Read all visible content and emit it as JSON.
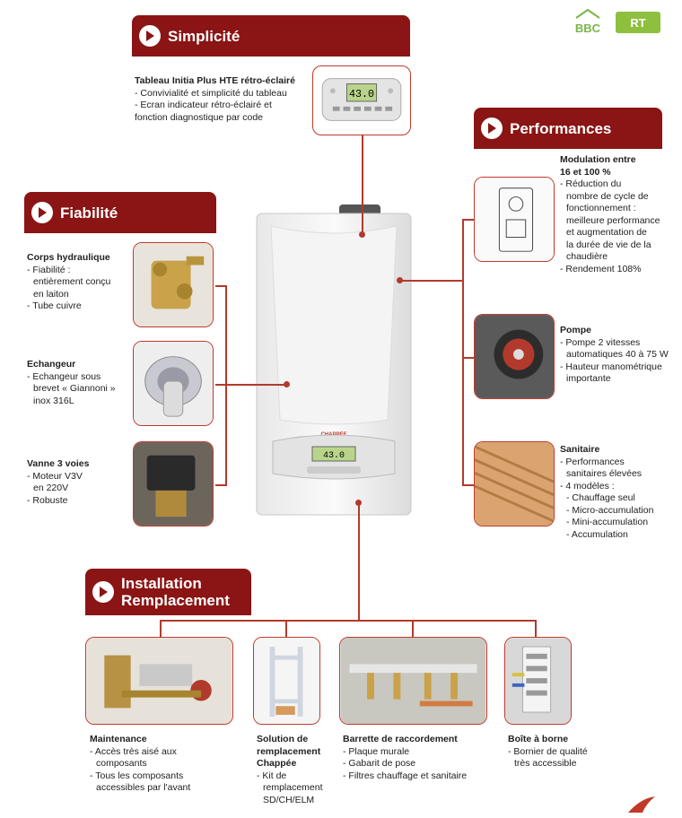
{
  "logos": {
    "bbc": "BBC",
    "rt": "RT"
  },
  "sections": {
    "simplicite": "Simplicité",
    "fiabilite": "Fiabilité",
    "performances": "Performances",
    "installation_1": "Installation",
    "installation_2": "Remplacement"
  },
  "display": {
    "top": "43.0",
    "mid": "43.0"
  },
  "boiler": {
    "brand": "CHAPPEE"
  },
  "simplicite": {
    "title": "Tableau Initia Plus HTE rétro-éclairé",
    "lines": [
      "- Convivialité et simplicité du tableau",
      "- Ecran indicateur rétro-éclairé et",
      "fonction diagnostique par code"
    ]
  },
  "fiabilite": [
    {
      "title": "Corps hydraulique",
      "lines": [
        "- Fiabilité :",
        "entièrement conçu",
        "en laiton",
        "- Tube cuivre"
      ]
    },
    {
      "title": "Echangeur",
      "lines": [
        "- Echangeur sous",
        "brevet « Giannoni »",
        "inox 316L"
      ]
    },
    {
      "title": "Vanne 3 voies",
      "lines": [
        "- Moteur V3V",
        "en 220V",
        "- Robuste"
      ]
    }
  ],
  "performances": [
    {
      "title_1": "Modulation entre",
      "title_2": "16 et 100 %",
      "lines": [
        "- Réduction du",
        "nombre de cycle de",
        "fonctionnement :",
        "meilleure performance",
        "et augmentation de",
        "la durée de vie de la",
        "chaudière",
        "- Rendement 108%"
      ]
    },
    {
      "title": "Pompe",
      "lines": [
        "- Pompe 2 vitesses",
        "automatiques 40 à 75 W",
        "- Hauteur manométrique",
        "importante"
      ]
    },
    {
      "title": "Sanitaire",
      "lines": [
        "- Performances",
        "sanitaires élevées",
        "- 4 modèles :",
        "- Chauffage seul",
        "- Micro-accumulation",
        "- Mini-accumulation",
        "- Accumulation"
      ]
    }
  ],
  "installation": [
    {
      "title": "Maintenance",
      "lines": [
        "- Accès très aisé aux",
        "composants",
        "- Tous les composants",
        "accessibles par l'avant"
      ]
    },
    {
      "title_1": "Solution de",
      "title_2": "remplacement",
      "title_3": "Chappée",
      "lines": [
        "- Kit de",
        "remplacement",
        "SD/CH/ELM"
      ]
    },
    {
      "title": "Barrette de raccordement",
      "lines": [
        "- Plaque murale",
        "- Gabarit de pose",
        "- Filtres chauffage et sanitaire"
      ]
    },
    {
      "title": "Boîte à borne",
      "lines": [
        "- Bornier de qualité",
        "très accessible"
      ]
    }
  ]
}
